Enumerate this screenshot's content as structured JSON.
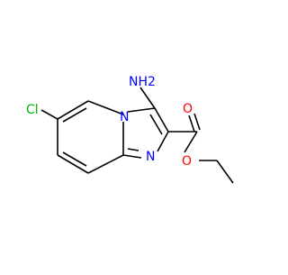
{
  "colors": {
    "background": "#ffffff",
    "bond": "#000000",
    "nitrogen": "#0000ff",
    "oxygen": "#ff0000",
    "chlorine": "#00b000"
  },
  "labels": {
    "amino": "NH2",
    "ring_nitrogen_top": "N",
    "ring_nitrogen_bottom": "N",
    "chloro": "Cl",
    "carbonyl_oxygen": "O",
    "ester_oxygen": "O"
  }
}
